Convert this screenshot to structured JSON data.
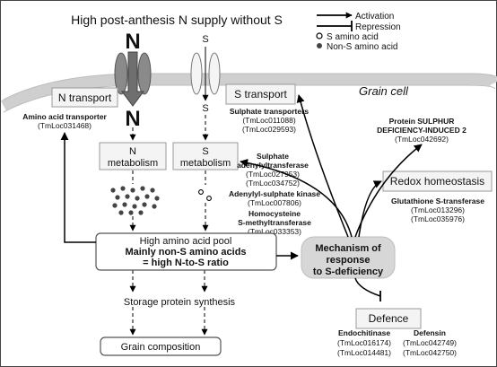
{
  "header": {
    "title": "High post-anthesis N supply without S"
  },
  "legend": {
    "activation": "Activation",
    "repression": "Repression",
    "s_amino_acid": "S amino acid",
    "non_s_amino_acid": "Non-S amino acid"
  },
  "cell": {
    "label": "Grain cell",
    "n_symbol": "N",
    "s_symbol": "S"
  },
  "n_transport": {
    "title": "N transport",
    "gene_name": "Amino acid transporter",
    "gene_id": "(TmLoc031468)"
  },
  "s_transport": {
    "title": "S transport",
    "gene_name": "Sulphate transporters",
    "gene_ids": [
      "(TmLoc011088)",
      "(TmLoc029593)"
    ]
  },
  "sdi2": {
    "line1": "Protein SULPHUR",
    "line2": "DEFICIENCY-INDUCED 2",
    "gene_id": "(TmLoc042692)"
  },
  "redox": {
    "title": "Redox homeostasis",
    "gene_name": "Glutathione S-transferase",
    "gene_ids": [
      "(TmLoc013296)",
      "(TmLoc035976)"
    ]
  },
  "n_metabolism": {
    "line1": "N",
    "line2": "metabolism"
  },
  "s_metabolism": {
    "line1": "S",
    "line2": "metabolism"
  },
  "s_metabolism_genes": {
    "g1_line1": "Sulphate",
    "g1_line2": "adenylyltransferase",
    "g1_ids": [
      "(TmLoc027953)",
      "(TmLoc034752)"
    ],
    "g2_name": "Adenylyl-sulphate kinase",
    "g2_id": "(TmLoc007806)",
    "g3_line1": "Homocysteine",
    "g3_line2": "S-methyltransferase",
    "g3_id": "(TmLoc033353)"
  },
  "pool": {
    "line1": "High amino acid pool",
    "line2": "Mainly non-S amino acids",
    "line3": "= high N-to-S ratio"
  },
  "mechanism": {
    "line1": "Mechanism of",
    "line2": "response",
    "line3": "to S-deficiency"
  },
  "storage": {
    "label": "Storage protein synthesis"
  },
  "grain": {
    "label": "Grain composition"
  },
  "defence": {
    "title": "Defence",
    "endo_name": "Endochitinase",
    "endo_ids": [
      "(TmLoc016174)",
      "(TmLoc014481)"
    ],
    "def_name": "Defensin",
    "def_ids": [
      "(TmLoc042749)",
      "(TmLoc042750)"
    ]
  },
  "colors": {
    "membrane": "#d4d4d4",
    "mechanism_fill": "#d7d7d7",
    "n_channel": "#6f6f6f",
    "s_channel": "#f2f2f2"
  }
}
